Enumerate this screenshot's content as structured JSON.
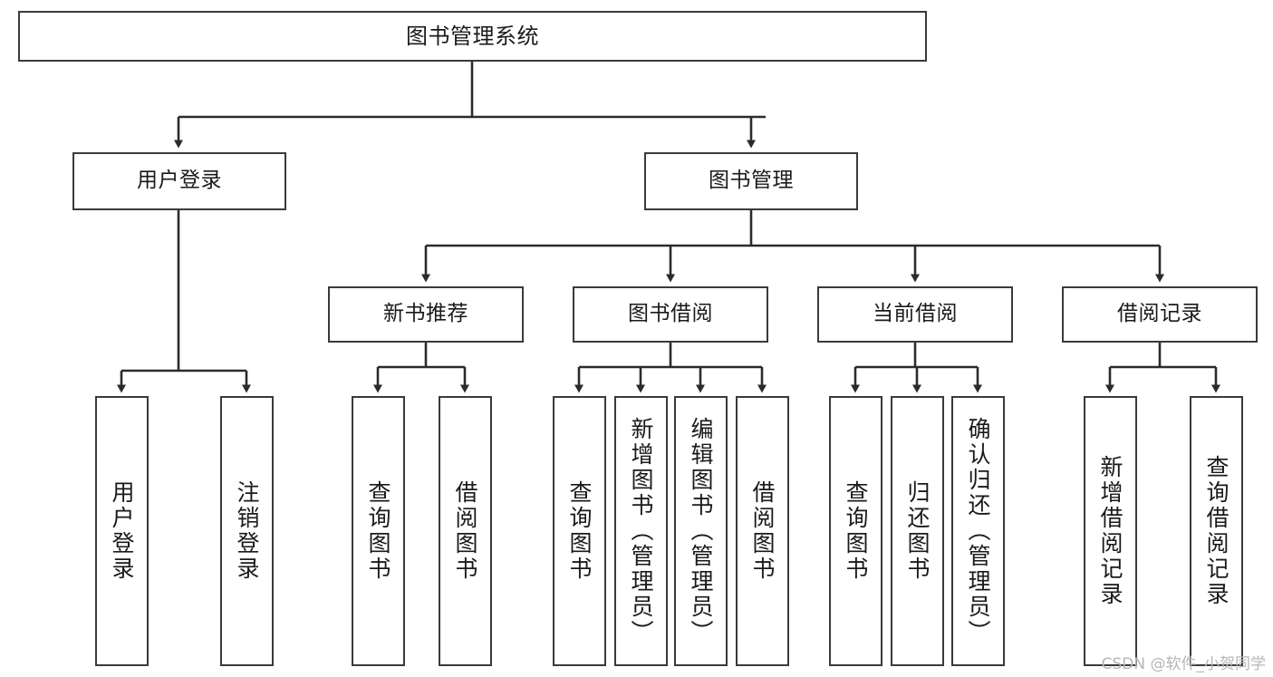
{
  "diagram": {
    "type": "tree-hierarchy",
    "title": "图书管理系统",
    "orientation": "top-down",
    "edge_style": "orthogonal-with-arrowheads",
    "colors": {
      "box_border": "#3a3a3a",
      "box_fill": "#ffffff",
      "connector": "#2b2b2b",
      "text": "#1a1a1a",
      "watermark": "#b6b6b6",
      "background": "#ffffff"
    },
    "levels": {
      "level1": [
        "图书管理系统"
      ],
      "level2": [
        "用户登录",
        "图书管理"
      ],
      "level3": [
        "新书推荐",
        "图书借阅",
        "当前借阅",
        "借阅记录"
      ],
      "level4": [
        "用户登录",
        "注销登录",
        "查询图书",
        "借阅图书",
        "查询图书",
        "新增图书（管理员）",
        "编辑图书（管理员）",
        "借阅图书",
        "查询图书",
        "归还图书",
        "确认归还（管理员）",
        "新增借阅记录",
        "查询借阅记录"
      ]
    },
    "nodes": {
      "root": {
        "label": "图书管理系统"
      },
      "user_login": {
        "label": "用户登录"
      },
      "book_manage": {
        "label": "图书管理"
      },
      "new_book_rec": {
        "label": "新书推荐"
      },
      "book_borrow": {
        "label": "图书借阅"
      },
      "current_borrow": {
        "label": "当前借阅"
      },
      "borrow_record": {
        "label": "借阅记录"
      },
      "leaf_user_login": {
        "label": "用户登录"
      },
      "leaf_logout": {
        "label": "注销登录"
      },
      "leaf_query_book_1": {
        "label": "查询图书"
      },
      "leaf_borrow_book_1": {
        "label": "借阅图书"
      },
      "leaf_query_book_2": {
        "label": "查询图书"
      },
      "leaf_add_book": {
        "label": "新增图书（管理员）"
      },
      "leaf_edit_book": {
        "label": "编辑图书（管理员）"
      },
      "leaf_borrow_book_2": {
        "label": "借阅图书"
      },
      "leaf_query_book_3": {
        "label": "查询图书"
      },
      "leaf_return_book": {
        "label": "归还图书"
      },
      "leaf_confirm_return": {
        "label": "确认归还（管理员）"
      },
      "leaf_add_record": {
        "label": "新增借阅记录"
      },
      "leaf_query_record": {
        "label": "查询借阅记录"
      }
    },
    "edges": [
      {
        "from": "图书管理系统",
        "to": "用户登录"
      },
      {
        "from": "图书管理系统",
        "to": "图书管理"
      },
      {
        "from": "用户登录",
        "to": "用户登录"
      },
      {
        "from": "用户登录",
        "to": "注销登录"
      },
      {
        "from": "图书管理",
        "to": "新书推荐"
      },
      {
        "from": "图书管理",
        "to": "图书借阅"
      },
      {
        "from": "图书管理",
        "to": "当前借阅"
      },
      {
        "from": "图书管理",
        "to": "借阅记录"
      },
      {
        "from": "新书推荐",
        "to": "查询图书"
      },
      {
        "from": "新书推荐",
        "to": "借阅图书"
      },
      {
        "from": "图书借阅",
        "to": "查询图书"
      },
      {
        "from": "图书借阅",
        "to": "新增图书（管理员）"
      },
      {
        "from": "图书借阅",
        "to": "编辑图书（管理员）"
      },
      {
        "from": "图书借阅",
        "to": "借阅图书"
      },
      {
        "from": "当前借阅",
        "to": "查询图书"
      },
      {
        "from": "当前借阅",
        "to": "归还图书"
      },
      {
        "from": "当前借阅",
        "to": "确认归还（管理员）"
      },
      {
        "from": "借阅记录",
        "to": "新增借阅记录"
      },
      {
        "from": "借阅记录",
        "to": "查询借阅记录"
      }
    ]
  },
  "watermark": {
    "text": "CSDN @软件_小贺同学"
  }
}
